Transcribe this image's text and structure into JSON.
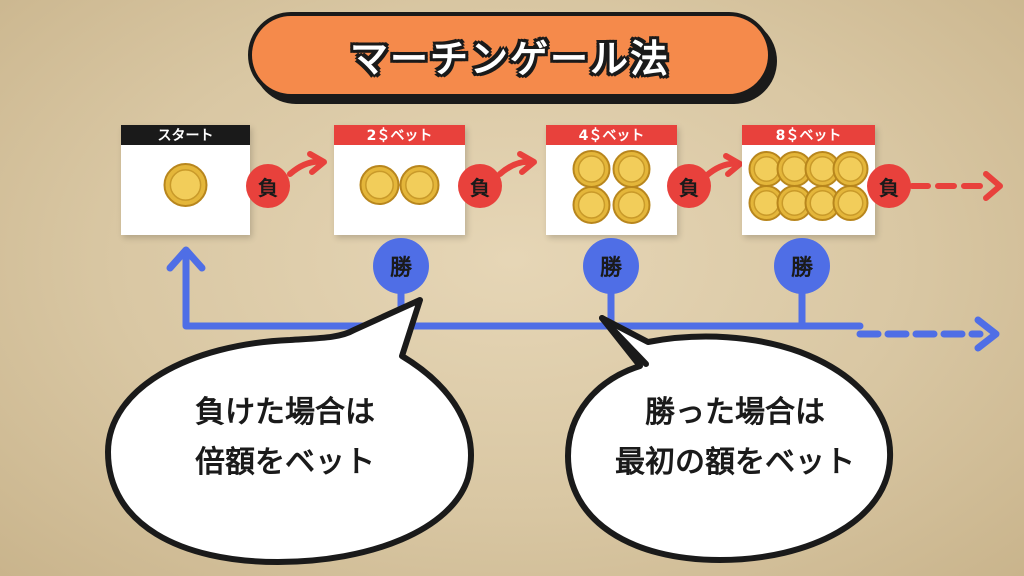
{
  "title": "マーチンゲール法",
  "steps": [
    {
      "label": "スタート",
      "label_color": "#1a1a1a",
      "coins": 1
    },
    {
      "label": "2＄ベット",
      "label_color": "#e8413c",
      "coins": 2
    },
    {
      "label": "4＄ベット",
      "label_color": "#e8413c",
      "coins": 4
    },
    {
      "label": "8＄ベット",
      "label_color": "#e8413c",
      "coins": 8
    }
  ],
  "lose_label": "負",
  "win_label": "勝",
  "bubble_left": {
    "line1": "負けた場合は",
    "line2": "倍額をベット"
  },
  "bubble_right": {
    "line1": "勝った場合は",
    "line2": "最初の額をベット"
  },
  "colors": {
    "background": "#d9c7a3",
    "title_fill": "#f58a4b",
    "lose": "#e8413c",
    "win": "#4f6ee6",
    "coin": "#e4b63a",
    "outline": "#1a1a1a"
  }
}
